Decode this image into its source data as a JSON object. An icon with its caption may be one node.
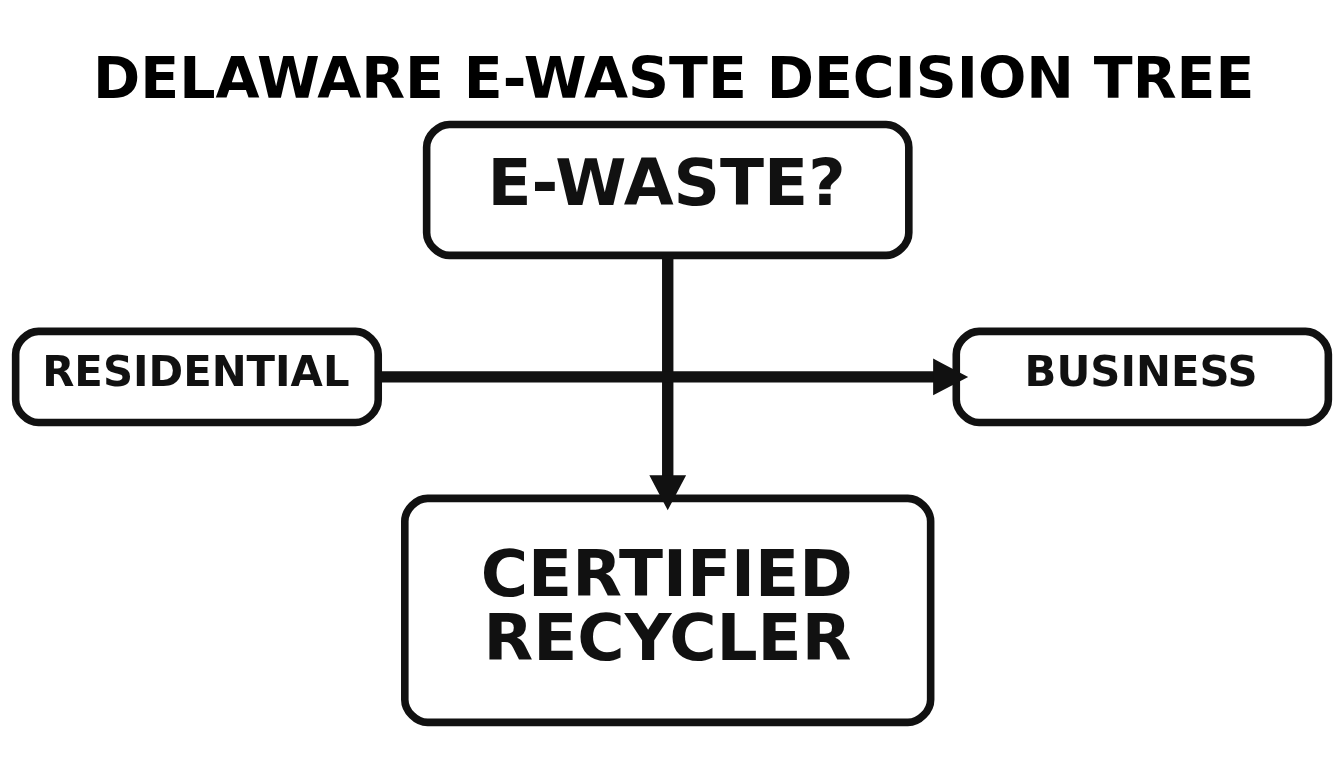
{
  "diagram": {
    "title": "DELAWARE E-WASTE DECISION TREE",
    "nodes": [
      {
        "text": [
          "E-WASTE?"
        ]
      },
      {
        "text": [
          "RESIDENTIAL"
        ]
      },
      {
        "text": [
          "BUSINESS"
        ]
      },
      {
        "text": [
          "CERTIFIED RECYCLER"
        ]
      }
    ],
    "edges": [
      {
        "from": 0,
        "to": 3,
        "arrow": "to"
      },
      {
        "from": 1,
        "to": 2,
        "arrow": "to"
      }
    ]
  }
}
